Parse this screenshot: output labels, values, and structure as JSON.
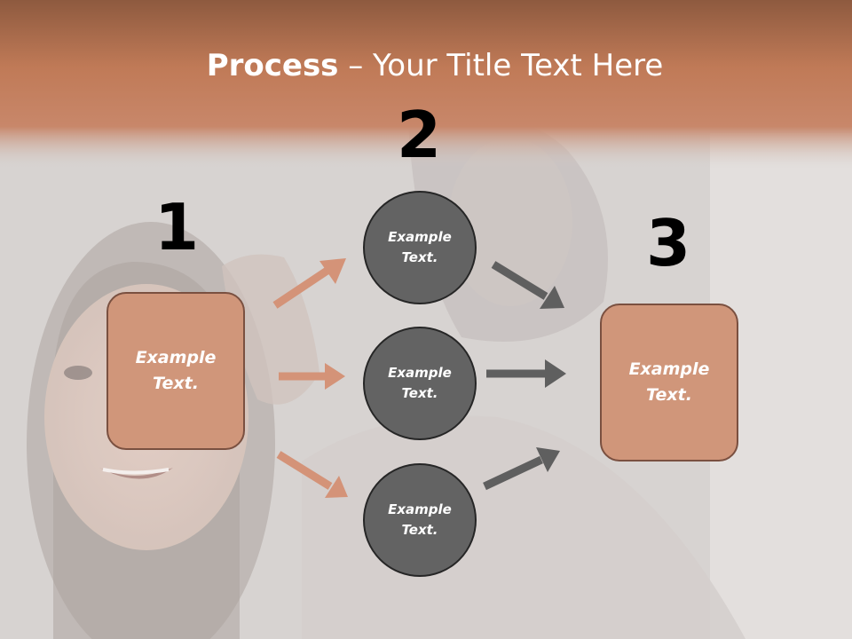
{
  "title": {
    "bold": "Process",
    "rest": " – Your Title Text Here"
  },
  "steps": [
    {
      "number": "1",
      "box_text": "Example\nText."
    },
    {
      "number": "2",
      "circles": [
        "Example\nText.",
        "Example\nText.",
        "Example\nText."
      ]
    },
    {
      "number": "3",
      "box_text": "Example\nText."
    }
  ],
  "colors": {
    "header_band": "#c07a57",
    "box_fill": "#d0967a",
    "box_border": "#7a5040",
    "circle_fill": "#636363",
    "circle_border": "#262626",
    "arrow_in": "#d49378",
    "arrow_out": "#5f5f5f"
  }
}
